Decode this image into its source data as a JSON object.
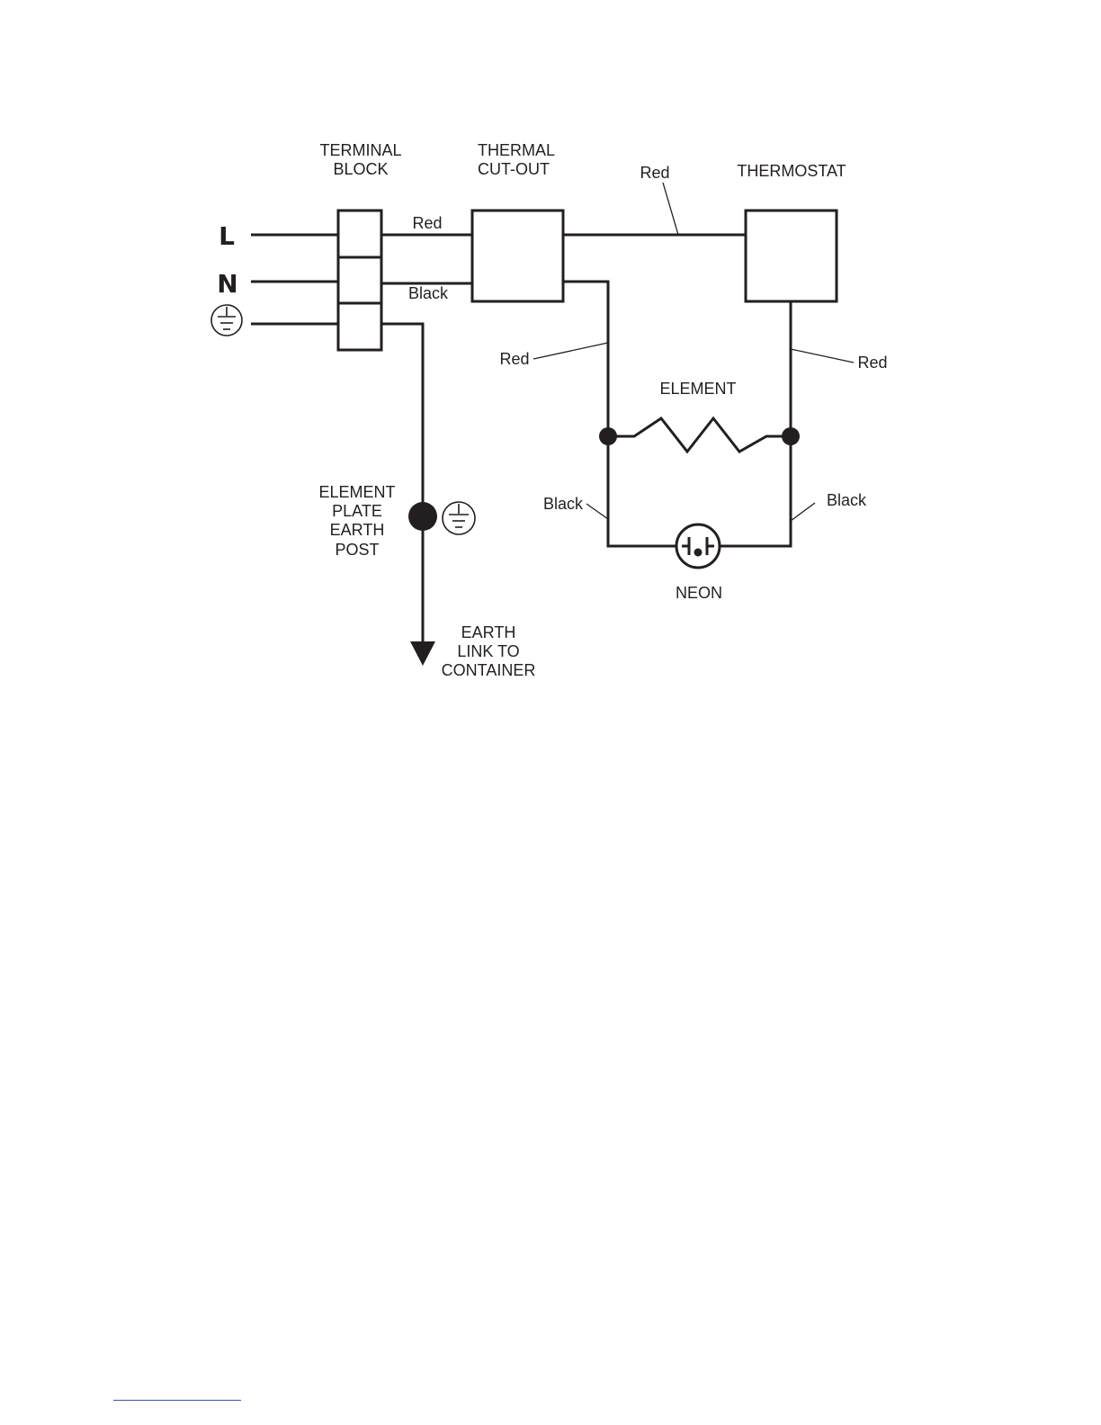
{
  "colors": {
    "ink": "#231f20",
    "footer_rule": "#3a56a6"
  },
  "labels": {
    "terminal_block": [
      "TERMINAL",
      "BLOCK"
    ],
    "thermal_cutout": [
      "THERMAL",
      "CUT-OUT"
    ],
    "thermostat": "THERMOSTAT",
    "element": "ELEMENT",
    "neon": "NEON",
    "earth_post": [
      "ELEMENT",
      "PLATE",
      "EARTH",
      "POST"
    ],
    "earth_link": [
      "EARTH",
      "LINK TO",
      "CONTAINER"
    ],
    "live": "L",
    "neutral": "N"
  },
  "wires": {
    "live_to_cutout": "Red",
    "neutral_to_cutout": "Black",
    "cutout_to_thermostat": "Red",
    "cutout_to_element": "Red",
    "thermostat_to_element": "Red",
    "neon_left": "Black",
    "neon_right": "Black"
  },
  "icons": {
    "supply_earth": "earth-symbol-icon",
    "post_earth": "earth-symbol-icon"
  }
}
